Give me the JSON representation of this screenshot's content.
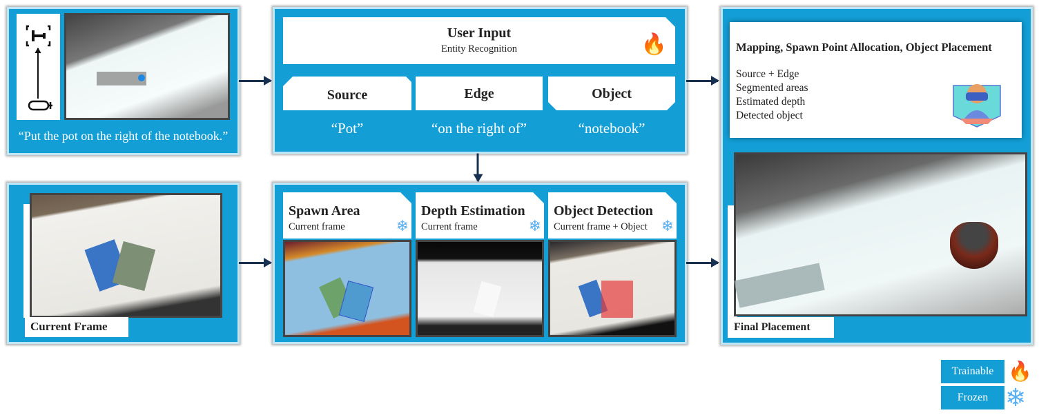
{
  "input_panel": {
    "caption": "“Put the pot on the right of the notebook.”",
    "icons": [
      "text-select-icon",
      "microphone-icon"
    ]
  },
  "parsing_panel": {
    "user_input": {
      "title": "User Input",
      "subtitle": "Entity Recognition",
      "icon": "flame-icon"
    },
    "entities": [
      {
        "label": "Source",
        "value": "“Pot”"
      },
      {
        "label": "Edge",
        "value": "“on the right of”"
      },
      {
        "label": "Object",
        "value": "“notebook”"
      }
    ]
  },
  "frame_panel": {
    "label": "Current Frame"
  },
  "models_panel": {
    "modules": [
      {
        "title": "Spawn Area",
        "subtitle": "Current frame",
        "icon": "snowflake-icon"
      },
      {
        "title": "Depth Estimation",
        "subtitle": "Current frame",
        "icon": "snowflake-icon"
      },
      {
        "title": "Object Detection",
        "subtitle": "Current frame + Object",
        "icon": "snowflake-icon"
      }
    ]
  },
  "placement_panel": {
    "title": "Mapping, Spawn Point Allocation, Object Placement",
    "inputs": [
      "Source + Edge",
      "Segmented areas",
      "Estimated depth",
      "Detected object"
    ],
    "label": "Final Placement",
    "icon": "vr-user-icon"
  },
  "legend": {
    "items": [
      {
        "label": "Trainable",
        "icon": "flame-icon"
      },
      {
        "label": "Frozen",
        "icon": "snowflake-icon"
      }
    ]
  },
  "colors": {
    "panel": "#139fd6",
    "arrow": "#17304f"
  }
}
